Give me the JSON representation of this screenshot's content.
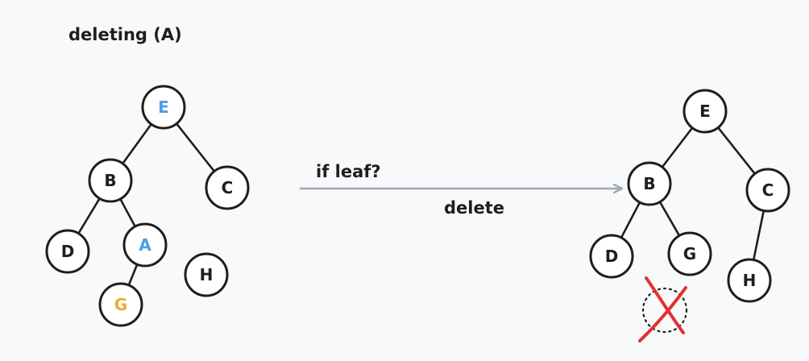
{
  "title": "deleting (A)",
  "transition": {
    "condition_label": "if leaf?",
    "action_label": "delete"
  },
  "colors": {
    "default": "#1e1e1e",
    "highlight_blue": "#4a9fe5",
    "highlight_orange": "#f0a830",
    "arrow": "#a3a8b0",
    "cross": "#e03131"
  },
  "before_tree": {
    "nodes": [
      {
        "id": "E",
        "label": "E",
        "color": "#4a9fe5"
      },
      {
        "id": "B",
        "label": "B",
        "color": "#1e1e1e"
      },
      {
        "id": "C",
        "label": "C",
        "color": "#1e1e1e"
      },
      {
        "id": "D",
        "label": "D",
        "color": "#1e1e1e"
      },
      {
        "id": "A",
        "label": "A",
        "color": "#4a9fe5"
      },
      {
        "id": "G",
        "label": "G",
        "color": "#f0a830"
      },
      {
        "id": "H",
        "label": "H",
        "color": "#1e1e1e"
      }
    ],
    "edges": [
      [
        "E",
        "B"
      ],
      [
        "E",
        "C"
      ],
      [
        "B",
        "D"
      ],
      [
        "B",
        "A"
      ],
      [
        "A",
        "G"
      ]
    ]
  },
  "after_tree": {
    "nodes": [
      {
        "id": "E",
        "label": "E",
        "color": "#1e1e1e"
      },
      {
        "id": "B",
        "label": "B",
        "color": "#1e1e1e"
      },
      {
        "id": "C",
        "label": "C",
        "color": "#1e1e1e"
      },
      {
        "id": "D",
        "label": "D",
        "color": "#1e1e1e"
      },
      {
        "id": "G",
        "label": "G",
        "color": "#1e1e1e"
      },
      {
        "id": "H",
        "label": "H",
        "color": "#1e1e1e"
      }
    ],
    "edges": [
      [
        "E",
        "B"
      ],
      [
        "E",
        "C"
      ],
      [
        "B",
        "D"
      ],
      [
        "B",
        "G"
      ],
      [
        "C",
        "H"
      ]
    ],
    "removed_node": {
      "state": "deleted",
      "marker": "cross-icon"
    }
  }
}
